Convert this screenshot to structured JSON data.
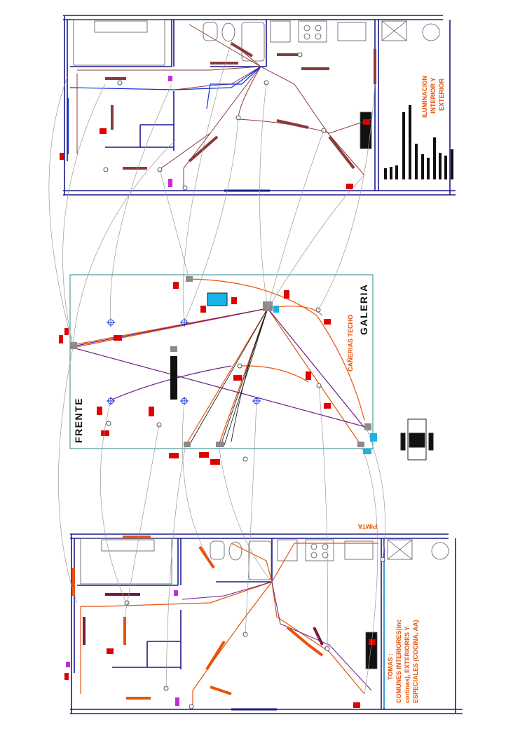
{
  "labels": {
    "frente": "FRENTE",
    "galeria": "GALERIA",
    "canerias": "CAÑERIAS TECHO",
    "iluminacion_1": "ILUMINACION",
    "iluminacion_2": "INTERIOR Y",
    "iluminacion_3": "EXTERIOR",
    "pimta": "PIMTA",
    "tomas_1": "TOMAS :",
    "tomas_2": "COMUNES INTERIORES(inc",
    "tomas_3": "cortinas), EXTERIORES Y",
    "tomas_4": "ESPECIALES (COCINA, AA)"
  },
  "colors": {
    "wall": "#1a1a8c",
    "conduit_brown": "#8b3a3a",
    "conduit_orange": "#e8520a",
    "conduit_purple": "#6a1f8a",
    "device_red": "#e00000",
    "device_blue": "#0a2fd6",
    "device_cyan": "#19b3e6",
    "device_yellow": "#f2e600",
    "device_magenta": "#c42bd6",
    "leader_grey": "#9a9a9a",
    "panel_outline": "#2a8a8a",
    "text_orange": "#e8520a"
  }
}
